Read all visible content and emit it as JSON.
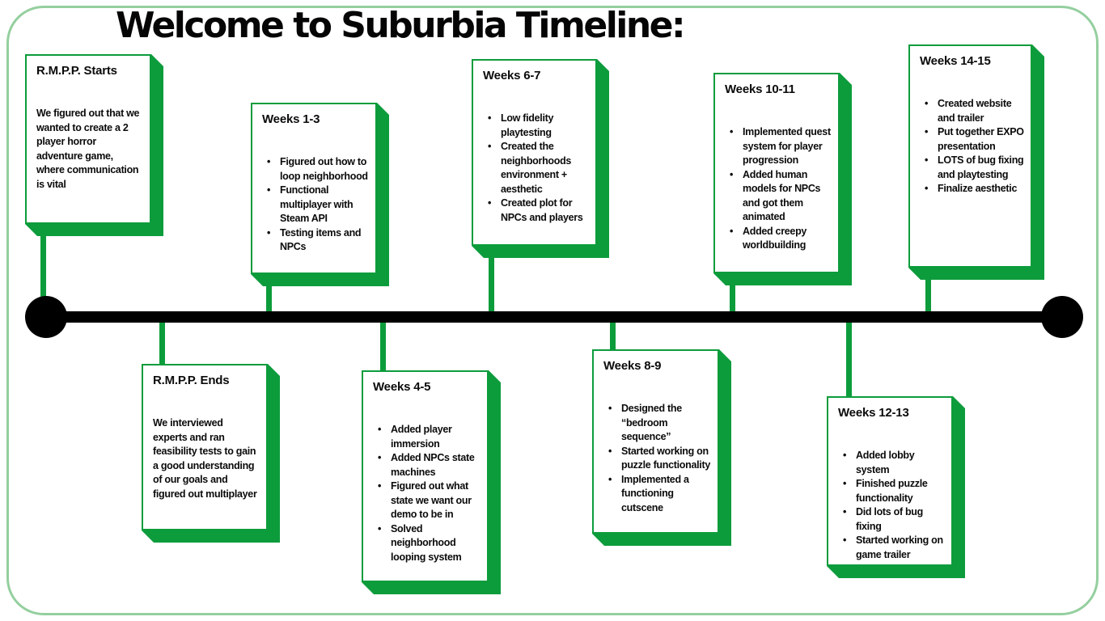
{
  "title": "Welcome to Suburbia Timeline:",
  "colors": {
    "accent_green": "#0d9c3c",
    "frame_green": "#94cf9e",
    "timeline_black": "#000000",
    "card_background": "#ffffff"
  },
  "cards": [
    {
      "heading": "R.M.P.P. Starts",
      "position": "above",
      "paragraph": "We figured out that we wanted to create a 2 player horror adventure game, where communication is vital"
    },
    {
      "heading": "Weeks 1-3",
      "position": "above",
      "bullets": [
        "Figured out how to loop neighborhood",
        "Functional multiplayer with Steam API",
        "Testing items and NPCs"
      ]
    },
    {
      "heading": "Weeks 6-7",
      "position": "above",
      "bullets": [
        "Low fidelity playtesting",
        "Created the neighborhoods environment + aesthetic",
        "Created plot for NPCs and players"
      ]
    },
    {
      "heading": "Weeks 10-11",
      "position": "above",
      "bullets": [
        "Implemented quest system for player progression",
        "Added human models for NPCs and got them animated",
        "Added creepy worldbuilding"
      ]
    },
    {
      "heading": "Weeks 14-15",
      "position": "above",
      "bullets": [
        "Created website and trailer",
        "Put together EXPO presentation",
        "LOTS of bug fixing and playtesting",
        "Finalize aesthetic"
      ]
    },
    {
      "heading": "R.M.P.P. Ends",
      "position": "below",
      "paragraph": "We interviewed experts and ran feasibility tests to gain a good understanding of our goals and figured out multiplayer"
    },
    {
      "heading": "Weeks 4-5",
      "position": "below",
      "bullets": [
        "Added player immersion",
        "Added NPCs state machines",
        "Figured out what state we want our demo to be in",
        "Solved neighborhood looping system"
      ]
    },
    {
      "heading": "Weeks 8-9",
      "position": "below",
      "bullets": [
        "Designed the “bedroom sequence”",
        "Started working on puzzle functionality",
        "Implemented a functioning cutscene"
      ]
    },
    {
      "heading": "Weeks 12-13",
      "position": "below",
      "bullets": [
        "Added lobby system",
        "Finished puzzle functionality",
        "Did lots of bug fixing",
        "Started working on game trailer"
      ]
    }
  ]
}
